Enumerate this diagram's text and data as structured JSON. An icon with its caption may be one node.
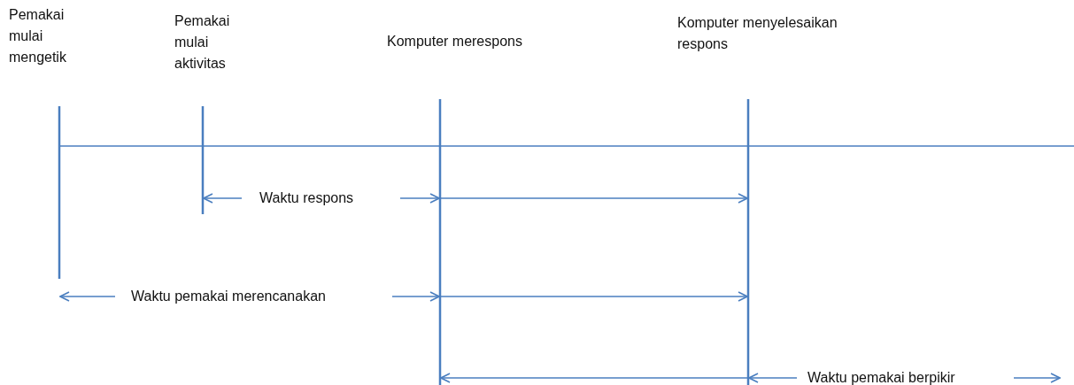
{
  "diagram": {
    "labels": [
      "Pemakai mulai mengetik",
      "Pemakai mulai aktivitas",
      "Komputer merespons",
      "Komputer menyelesaikan respons",
      "Waktu respons",
      "Waktu pemakai merencanakan",
      "Waktu pemakai berpikir"
    ]
  }
}
